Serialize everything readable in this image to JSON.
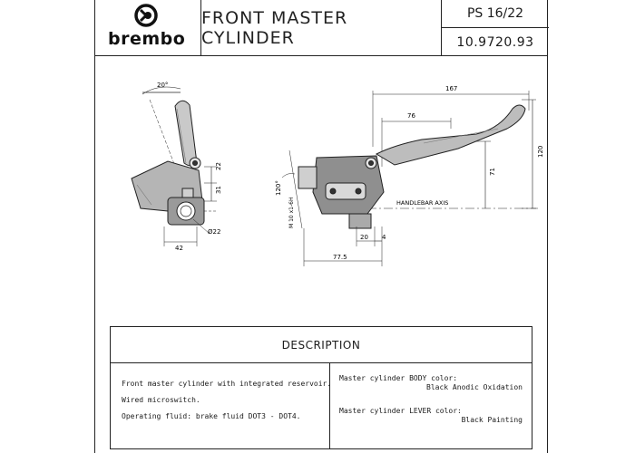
{
  "title_block": {
    "brand": "brembo",
    "title": "FRONT MASTER CYLINDER",
    "ref_code": "PS 16/22",
    "part_number": "10.9720.93"
  },
  "side_view": {
    "angle_top": "20°",
    "dim_22": "22",
    "dim_31": "31",
    "dim_42": "42",
    "diameter": "Ø22"
  },
  "front_view": {
    "dim_167": "167",
    "dim_76": "76",
    "dim_120": "120",
    "dim_71": "71",
    "dim_20": "20",
    "dim_4": "4",
    "dim_77_5": "77.5",
    "angle_120": "120°",
    "thread": "M 10 x1-6H",
    "axis_label": "HANDLEBAR AXIS"
  },
  "description": {
    "heading": "DESCRIPTION",
    "lines": [
      "Front master cylinder with integrated reservoir.",
      "Wired microswitch.",
      "Operating fluid: brake fluid DOT3 - DOT4."
    ],
    "body_label": "Master cylinder BODY color:",
    "body_value": "Black Anodic Oxidation",
    "lever_label": "Master cylinder LEVER color:",
    "lever_value": "Black Painting"
  }
}
